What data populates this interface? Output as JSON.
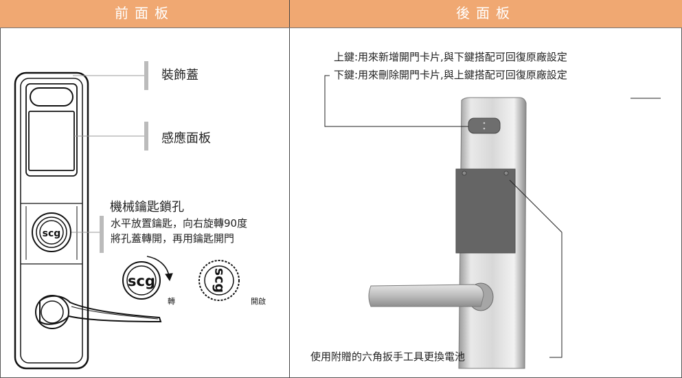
{
  "front": {
    "header": "前面板",
    "labels": {
      "cover": "裝飾蓋",
      "sensor": "感應面板",
      "keyhole_title": "機械鑰匙鎖孔",
      "keyhole_desc_1": "水平放置鑰匙，向右旋轉90度",
      "keyhole_desc_2": "將孔蓋轉開，再用鑰匙開門",
      "turn": "轉",
      "open": "開啟"
    },
    "logo": "scg"
  },
  "back": {
    "header": "後面板",
    "labels": {
      "up_key": "上鍵:用來新增開門卡片,與下鍵搭配可回復原廠設定",
      "down_key": "下鍵:用來刪除開門卡片,與上鍵搭配可回復原廠設定",
      "battery": "使用附贈的六角扳手工具更換電池"
    }
  },
  "colors": {
    "header_bg": "#f0a872",
    "header_text": "#ffffff",
    "label_bar": "#bbbbbb"
  }
}
